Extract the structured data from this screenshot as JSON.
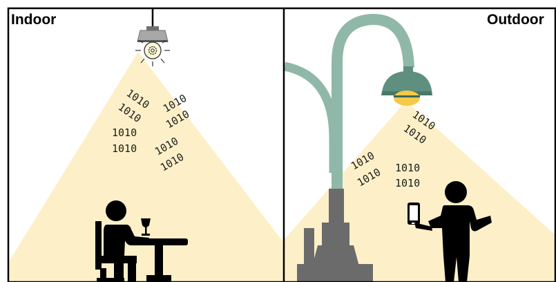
{
  "panels": {
    "indoor": {
      "title": "Indoor",
      "code_glyphs": [
        "1010",
        "1010",
        "1010",
        "1010",
        "1010",
        "1010",
        "1010",
        "1010"
      ]
    },
    "outdoor": {
      "title": "Outdoor",
      "code_glyphs": [
        "1010",
        "1010",
        "1010",
        "1010",
        "1010",
        "1010"
      ]
    }
  },
  "colors": {
    "light_beam": "#fdf0c8",
    "lamp_pole": "#8fb8a8",
    "lamp_shade": "#5f8f7f",
    "lamp_bulb": "#f5c94a",
    "pole_base": "#6b6b6b",
    "fixture": "#a8a8a8",
    "silhouette": "#000000",
    "border": "#000000"
  },
  "icons": [
    "ceiling-lamp-icon",
    "gear-icon",
    "seated-person-icon",
    "table-icon",
    "wine-glass-icon",
    "street-lamp-icon",
    "standing-person-icon",
    "smartphone-icon"
  ]
}
